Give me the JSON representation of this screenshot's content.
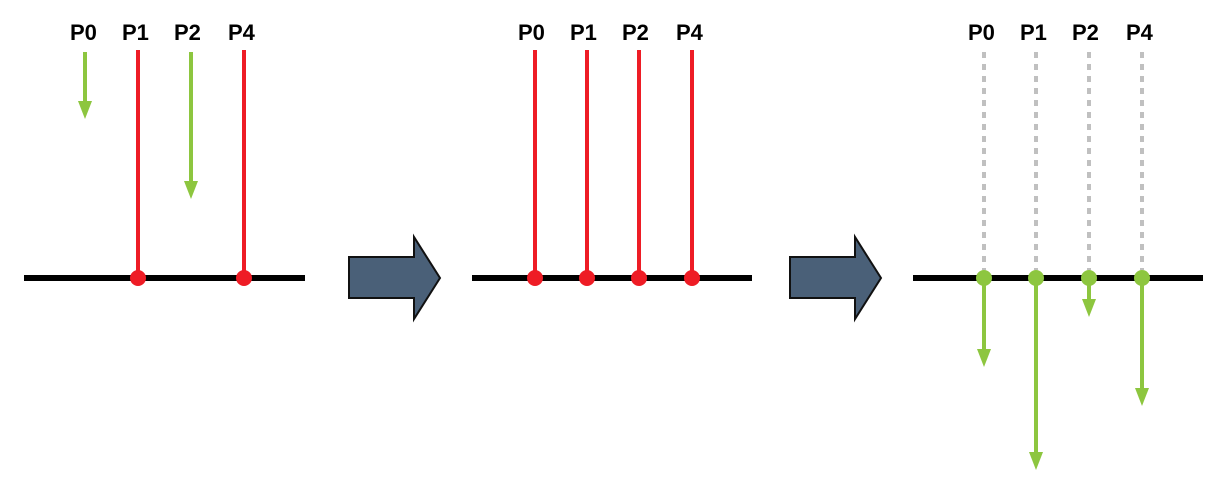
{
  "colors": {
    "line": "#000000",
    "red": "#ee1c25",
    "green": "#8dc63f",
    "dotted": "#c0c0c0",
    "arrow_fill": "#4a6078",
    "arrow_stroke": "#111111"
  },
  "panels": [
    {
      "id": "before",
      "labels": [
        "P0",
        "P1",
        "P2",
        "P4"
      ],
      "items": [
        {
          "kind": "green-arrow-falling",
          "level": "short"
        },
        {
          "kind": "red-line-hitting"
        },
        {
          "kind": "green-arrow-falling",
          "level": "long"
        },
        {
          "kind": "red-line-hitting"
        }
      ]
    },
    {
      "id": "middle",
      "labels": [
        "P0",
        "P1",
        "P2",
        "P4"
      ],
      "items": [
        {
          "kind": "red-line-hitting"
        },
        {
          "kind": "red-line-hitting"
        },
        {
          "kind": "red-line-hitting"
        },
        {
          "kind": "red-line-hitting"
        }
      ]
    },
    {
      "id": "after",
      "labels": [
        "P0",
        "P1",
        "P2",
        "P4"
      ],
      "items": [
        {
          "kind": "green-arrow-below",
          "level": "medium"
        },
        {
          "kind": "green-arrow-below",
          "level": "longest"
        },
        {
          "kind": "green-arrow-below",
          "level": "shortest"
        },
        {
          "kind": "green-arrow-below",
          "level": "long"
        }
      ]
    }
  ],
  "transitions": [
    {
      "icon": "right-block-arrow-icon"
    },
    {
      "icon": "right-block-arrow-icon"
    }
  ]
}
